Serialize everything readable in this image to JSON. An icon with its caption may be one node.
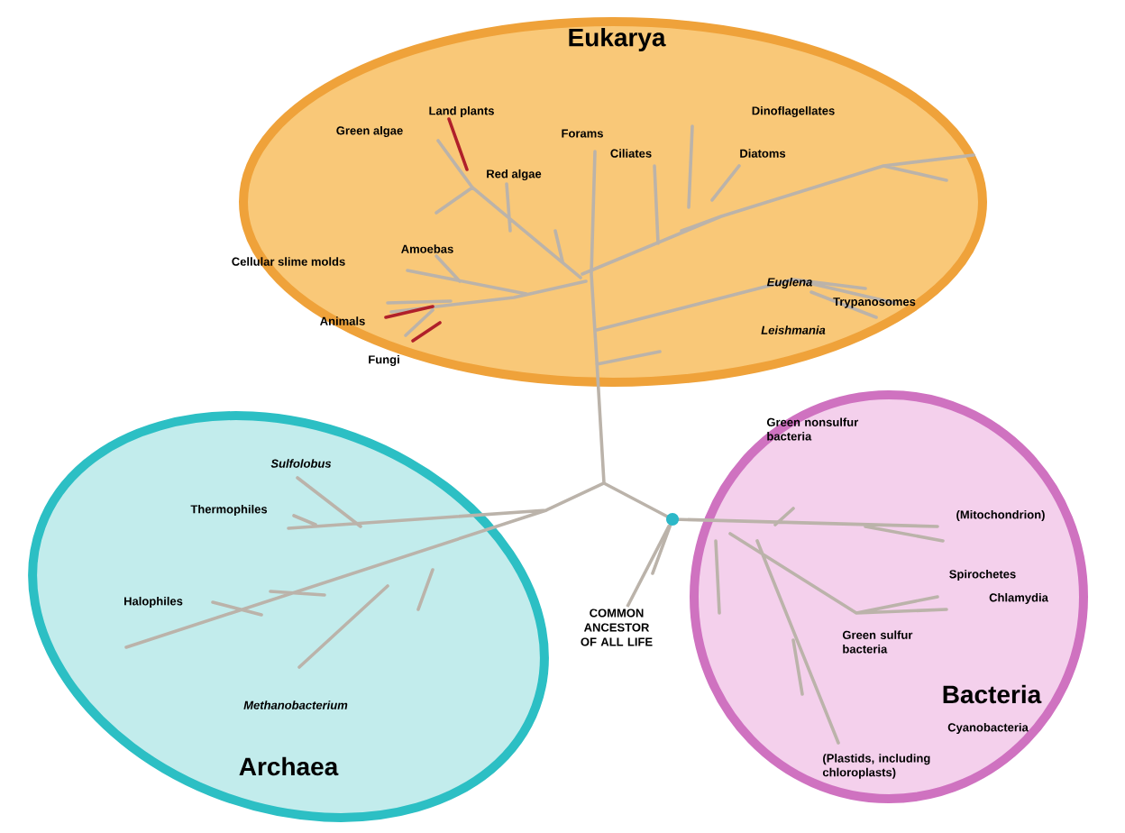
{
  "diagram": {
    "nodes": [
      {
        "text": [
          "Eukarya"
        ]
      },
      {
        "text": [
          "Archaea"
        ]
      },
      {
        "text": [
          "Bacteria"
        ]
      },
      {
        "text": [],
        "shape": "circle"
      },
      {
        "text": [
          "COMMON ANCESTOR OF ALL LIFE"
        ]
      }
    ],
    "edges": [
      {
        "from": 4,
        "to": 3,
        "arrow": "none"
      }
    ],
    "labels": [
      "Land plants",
      "Green algae",
      "Red algae",
      "Forams",
      "Dinoflagellates",
      "Ciliates",
      "Diatoms",
      "Amoebas",
      "Cellular slime molds",
      "Euglena",
      "Trypanosomes",
      "Leishmania",
      "Animals",
      "Fungi",
      "Sulfolobus",
      "Thermophiles",
      "Halophiles",
      "Methanobacterium",
      "Green nonsulfur bacteria",
      "(Mitochondrion)",
      "Spirochetes",
      "Chlamydia",
      "Green sulfur bacteria",
      "Cyanobacteria",
      "(Plastids, including chloroplasts)"
    ]
  }
}
